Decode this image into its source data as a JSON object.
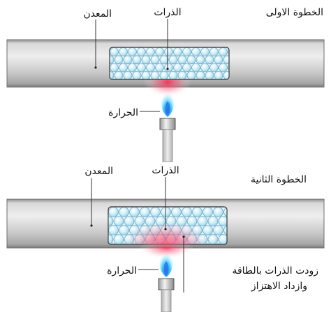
{
  "step1": {
    "title": "الخطوة الاولى",
    "metal_label": "المعدن",
    "atoms_label": "الذرات",
    "heat_label": "الحرارة"
  },
  "step2": {
    "title": "الخطوة الثانية",
    "metal_label": "المعدن",
    "atoms_label": "الذرات",
    "heat_label": "الحرارة",
    "note_line1": "زودت الذرات بالطاقة",
    "note_line2": "وازداد الاهتزاز"
  },
  "colors": {
    "bar_top": "#e9e9e9",
    "bar_mid": "#c4c4c4",
    "bar_bottom": "#9a9a9a",
    "atom_fill": "#bfe6f4",
    "atom_stroke": "#6fa9c4",
    "heat_glow": "#ff2a55",
    "flame_blue": "#2f7fe0",
    "flame_cyan": "#39d8ff"
  }
}
